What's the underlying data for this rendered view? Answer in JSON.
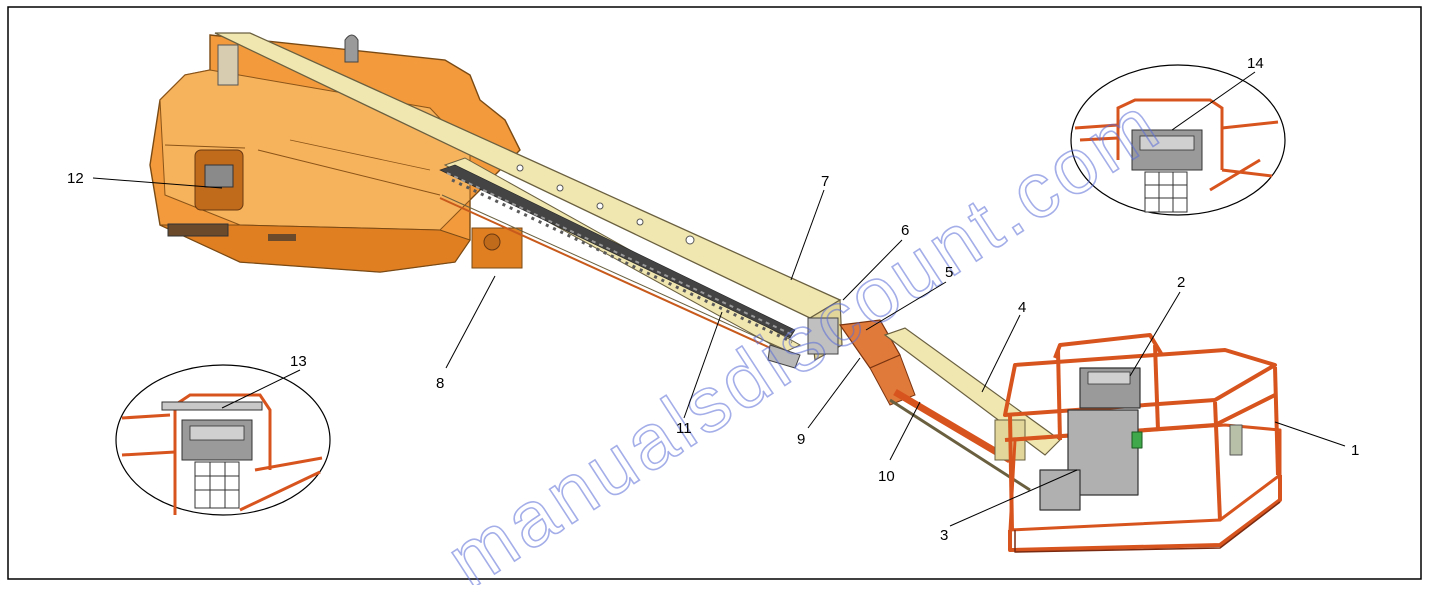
{
  "colors": {
    "frame": "#000000",
    "boom_cream": "#f0e6b0",
    "turntable_orange": "#f29a3c",
    "platform_red": "#d8541e",
    "controls_gray": "#8a8a8a",
    "watermark_blue": "#5a6cd6"
  },
  "callouts": [
    {
      "id": "1",
      "label": "1"
    },
    {
      "id": "2",
      "label": "2"
    },
    {
      "id": "3",
      "label": "3"
    },
    {
      "id": "4",
      "label": "4"
    },
    {
      "id": "5",
      "label": "5"
    },
    {
      "id": "6",
      "label": "6"
    },
    {
      "id": "7",
      "label": "7"
    },
    {
      "id": "8",
      "label": "8"
    },
    {
      "id": "9",
      "label": "9"
    },
    {
      "id": "10",
      "label": "10"
    },
    {
      "id": "11",
      "label": "11"
    },
    {
      "id": "12",
      "label": "12"
    },
    {
      "id": "13",
      "label": "13"
    },
    {
      "id": "14",
      "label": "14"
    }
  ],
  "watermark": {
    "text": "manualsdiscount.com"
  }
}
